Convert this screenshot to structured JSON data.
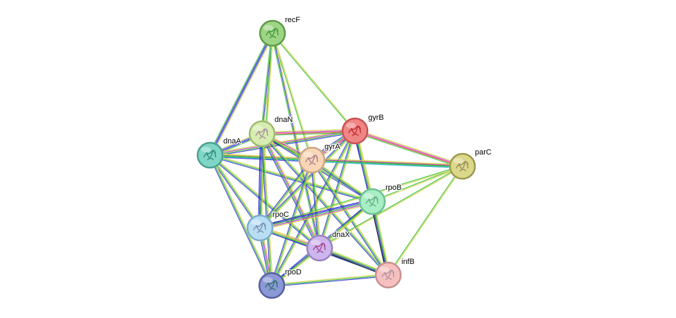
{
  "network": {
    "nodes": [
      {
        "id": "recF",
        "label": "recF",
        "fill": "#9ed584",
        "ring": "#5d9a4a",
        "glyph": "#2c8a2c"
      },
      {
        "id": "dnaN",
        "label": "dnaN",
        "fill": "#d6ecb0",
        "ring": "#9cba6c",
        "glyph": "#a07a9c"
      },
      {
        "id": "gyrB",
        "label": "gyrB",
        "fill": "#f08585",
        "ring": "#c85252",
        "glyph": "#b01818"
      },
      {
        "id": "dnaA",
        "label": "dnaA",
        "fill": "#7fd6c6",
        "ring": "#4aa08f",
        "glyph": "#1a7a6a"
      },
      {
        "id": "gyrA",
        "label": "gyrA",
        "fill": "#f9d6b6",
        "ring": "#c9a686",
        "glyph": "#9a6a8a"
      },
      {
        "id": "parC",
        "label": "parC",
        "fill": "#dcd88a",
        "ring": "#9c984c",
        "glyph": "#8a7a5a"
      },
      {
        "id": "rpoB",
        "label": "rpoB",
        "fill": "#a8eec4",
        "ring": "#6cbf90",
        "glyph": "#5a9a7a"
      },
      {
        "id": "rpoC",
        "label": "rpoC",
        "fill": "#b8def4",
        "ring": "#7eacc8",
        "glyph": "#6a7aa0"
      },
      {
        "id": "dnaX",
        "label": "dnaX",
        "fill": "#cdb6ee",
        "ring": "#9a82bc",
        "glyph": "#a02a7a"
      },
      {
        "id": "infB",
        "label": "infB",
        "fill": "#f6c0c0",
        "ring": "#c69090",
        "glyph": "#a08a9a"
      },
      {
        "id": "rpoD",
        "label": "rpoD",
        "fill": "#8c98d6",
        "ring": "#55609e",
        "glyph": "#1a6a5a"
      }
    ],
    "edges": [
      {
        "a": "recF",
        "b": "dnaA",
        "colors": [
          "#d4d44c",
          "#3a3ad8",
          "#1a1ad0",
          "#38c038"
        ]
      },
      {
        "a": "recF",
        "b": "dnaN",
        "colors": [
          "#d4d44c",
          "#3a3ad8",
          "#38c038"
        ]
      },
      {
        "a": "recF",
        "b": "gyrB",
        "colors": [
          "#d4d44c",
          "#38c038"
        ]
      },
      {
        "a": "recF",
        "b": "gyrA",
        "colors": [
          "#d4d44c",
          "#38c038"
        ]
      },
      {
        "a": "recF",
        "b": "dnaX",
        "colors": [
          "#d4d44c",
          "#3a3ad8",
          "#38c038"
        ]
      },
      {
        "a": "recF",
        "b": "rpoC",
        "colors": [
          "#d4d44c",
          "#38c038"
        ]
      },
      {
        "a": "dnaA",
        "b": "dnaN",
        "colors": [
          "#d4d44c",
          "#3a3ad8",
          "#1a1ad0",
          "#38c038"
        ]
      },
      {
        "a": "dnaA",
        "b": "gyrB",
        "colors": [
          "#d4d44c",
          "#c83ac8",
          "#38c038",
          "#3a3ad8"
        ]
      },
      {
        "a": "dnaA",
        "b": "gyrA",
        "colors": [
          "#d4d44c",
          "#c83ac8",
          "#38c038",
          "#3a3ad8"
        ]
      },
      {
        "a": "dnaA",
        "b": "parC",
        "colors": [
          "#d4d44c",
          "#38c038",
          "#3ab8c8"
        ]
      },
      {
        "a": "dnaA",
        "b": "rpoB",
        "colors": [
          "#d4d44c",
          "#38c038",
          "#3a3ad8"
        ]
      },
      {
        "a": "dnaA",
        "b": "rpoC",
        "colors": [
          "#d4d44c",
          "#38c038",
          "#3a3ad8"
        ]
      },
      {
        "a": "dnaA",
        "b": "dnaX",
        "colors": [
          "#d4d44c",
          "#38c038",
          "#3a3ad8"
        ]
      },
      {
        "a": "dnaA",
        "b": "rpoD",
        "colors": [
          "#d4d44c",
          "#38c038",
          "#3a3ad8"
        ]
      },
      {
        "a": "dnaN",
        "b": "gyrB",
        "colors": [
          "#d4d44c",
          "#c83ac8",
          "#d83a3a",
          "#38c038"
        ]
      },
      {
        "a": "dnaN",
        "b": "gyrA",
        "colors": [
          "#d4d44c",
          "#c83ac8",
          "#38c038",
          "#1a1a1a"
        ]
      },
      {
        "a": "dnaN",
        "b": "rpoB",
        "colors": [
          "#d4d44c",
          "#38c038",
          "#3a3ad8"
        ]
      },
      {
        "a": "dnaN",
        "b": "rpoC",
        "colors": [
          "#d4d44c",
          "#38c038",
          "#3a3ad8",
          "#1a1ad0"
        ]
      },
      {
        "a": "dnaN",
        "b": "dnaX",
        "colors": [
          "#d4d44c",
          "#c83ac8",
          "#38c038",
          "#3a3ad8"
        ]
      },
      {
        "a": "dnaN",
        "b": "rpoD",
        "colors": [
          "#d4d44c",
          "#38c038",
          "#3a3ad8"
        ]
      },
      {
        "a": "dnaN",
        "b": "infB",
        "colors": [
          "#d4d44c",
          "#38c038",
          "#3a3ad8"
        ]
      },
      {
        "a": "gyrB",
        "b": "gyrA",
        "colors": [
          "#d4d44c",
          "#c83ac8",
          "#d83a3a",
          "#38c038",
          "#3a3ad8"
        ]
      },
      {
        "a": "gyrB",
        "b": "parC",
        "colors": [
          "#d4d44c",
          "#c83ac8",
          "#d83a3a",
          "#38c038"
        ]
      },
      {
        "a": "gyrB",
        "b": "rpoB",
        "colors": [
          "#d4d44c",
          "#38c038",
          "#3a3ad8",
          "#1a1ad0"
        ]
      },
      {
        "a": "gyrB",
        "b": "rpoC",
        "colors": [
          "#d4d44c",
          "#38c038",
          "#3a3ad8"
        ]
      },
      {
        "a": "gyrB",
        "b": "dnaX",
        "colors": [
          "#d4d44c",
          "#38c038",
          "#3a3ad8"
        ]
      },
      {
        "a": "gyrB",
        "b": "infB",
        "colors": [
          "#d4d44c",
          "#38c038",
          "#3a3ad8"
        ]
      },
      {
        "a": "gyrB",
        "b": "rpoD",
        "colors": [
          "#d4d44c",
          "#38c038",
          "#3a3ad8"
        ]
      },
      {
        "a": "gyrA",
        "b": "parC",
        "colors": [
          "#d4d44c",
          "#c83ac8",
          "#38c038",
          "#3ab8c8"
        ]
      },
      {
        "a": "gyrA",
        "b": "rpoB",
        "colors": [
          "#d4d44c",
          "#38c038",
          "#3a3ad8"
        ]
      },
      {
        "a": "gyrA",
        "b": "rpoC",
        "colors": [
          "#d4d44c",
          "#38c038",
          "#3a3ad8"
        ]
      },
      {
        "a": "gyrA",
        "b": "dnaX",
        "colors": [
          "#d4d44c",
          "#38c038",
          "#3a3ad8"
        ]
      },
      {
        "a": "gyrA",
        "b": "infB",
        "colors": [
          "#d4d44c",
          "#38c038",
          "#3a3ad8"
        ]
      },
      {
        "a": "gyrA",
        "b": "rpoD",
        "colors": [
          "#d4d44c",
          "#38c038",
          "#3a3ad8"
        ]
      },
      {
        "a": "parC",
        "b": "rpoB",
        "colors": [
          "#d4d44c",
          "#38c038"
        ]
      },
      {
        "a": "parC",
        "b": "rpoC",
        "colors": [
          "#d4d44c",
          "#38c038"
        ]
      },
      {
        "a": "parC",
        "b": "dnaX",
        "colors": [
          "#d4d44c",
          "#38c038"
        ]
      },
      {
        "a": "parC",
        "b": "infB",
        "colors": [
          "#d4d44c",
          "#38c038"
        ]
      },
      {
        "a": "rpoB",
        "b": "rpoC",
        "colors": [
          "#d4d44c",
          "#c83ac8",
          "#38c038",
          "#3a3ad8",
          "#1a1ad0"
        ]
      },
      {
        "a": "rpoB",
        "b": "dnaX",
        "colors": [
          "#d4d44c",
          "#38c038",
          "#3a3ad8"
        ]
      },
      {
        "a": "rpoB",
        "b": "infB",
        "colors": [
          "#d4d44c",
          "#38c038",
          "#3a3ad8",
          "#1a1a1a"
        ]
      },
      {
        "a": "rpoB",
        "b": "rpoD",
        "colors": [
          "#d4d44c",
          "#38c038",
          "#3a3ad8"
        ]
      },
      {
        "a": "rpoC",
        "b": "dnaX",
        "colors": [
          "#d4d44c",
          "#c83ac8",
          "#38c038",
          "#3a3ad8"
        ]
      },
      {
        "a": "rpoC",
        "b": "rpoD",
        "colors": [
          "#d4d44c",
          "#c83ac8",
          "#38c038",
          "#3a3ad8"
        ]
      },
      {
        "a": "rpoC",
        "b": "infB",
        "colors": [
          "#d4d44c",
          "#38c038",
          "#3a3ad8"
        ]
      },
      {
        "a": "dnaX",
        "b": "rpoD",
        "colors": [
          "#d4d44c",
          "#38c038",
          "#3a3ad8"
        ]
      },
      {
        "a": "dnaX",
        "b": "infB",
        "colors": [
          "#d4d44c",
          "#38c038",
          "#3a3ad8",
          "#1a1a1a"
        ]
      },
      {
        "a": "rpoD",
        "b": "infB",
        "colors": [
          "#d4d44c",
          "#38c038",
          "#3a3ad8"
        ]
      }
    ]
  }
}
